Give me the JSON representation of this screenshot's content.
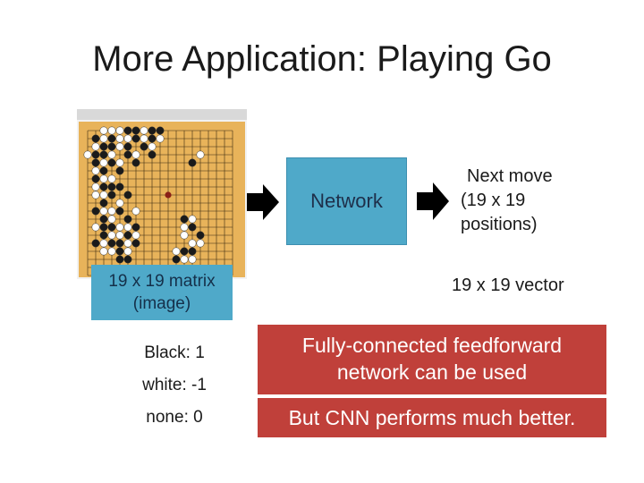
{
  "title": "More Application: Playing Go",
  "network": {
    "label": "Network"
  },
  "output": {
    "line1": "Next move",
    "line2": "(19 x 19",
    "line3": "positions)"
  },
  "input": {
    "line1": "19 x 19 matrix",
    "line2": "(image)"
  },
  "vector_label": "19 x 19 vector",
  "encoding": {
    "black": "Black: 1",
    "white": "white: -1",
    "none": "none: 0"
  },
  "notes": {
    "fc_line1": "Fully-connected feedforward",
    "fc_line2": "network can be used",
    "cnn": "But CNN performs much better."
  },
  "colors": {
    "box_blue": "#4fa9c9",
    "box_red": "#c0403a",
    "board": "#e8b35a"
  }
}
